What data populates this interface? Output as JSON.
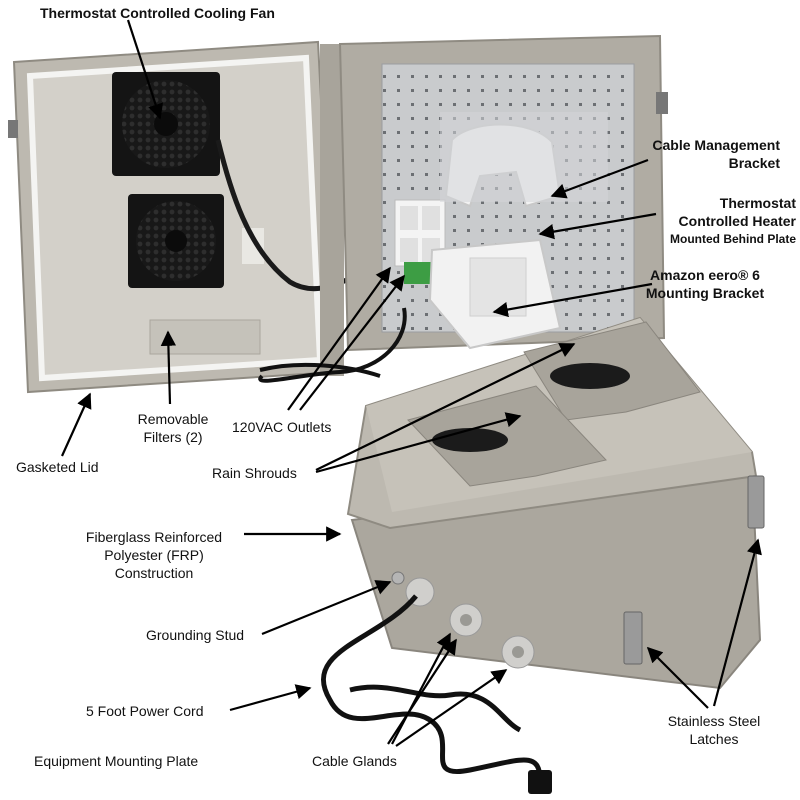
{
  "labels": {
    "fan": "Thermostat Controlled Cooling Fan",
    "cable_mgmt_1": "Cable Management",
    "cable_mgmt_2": "Bracket",
    "heater_1": "Thermostat",
    "heater_2": "Controlled Heater",
    "heater_3": "Mounted Behind Plate",
    "eero_1": "Amazon eero® 6",
    "eero_2": "Mounting Bracket",
    "gasketed_lid": "Gasketed Lid",
    "filters_1": "Removable",
    "filters_2": "Filters (2)",
    "outlets": "120VAC Outlets",
    "rain_shrouds": "Rain Shrouds",
    "frp_1": "Fiberglass Reinforced",
    "frp_2": "Polyester (FRP)",
    "frp_3": "Construction",
    "grounding_stud": "Grounding Stud",
    "power_cord": "5 Foot Power Cord",
    "mounting_plate": "Equipment Mounting Plate",
    "cable_glands": "Cable Glands",
    "latches_1": "Stainless Steel",
    "latches_2": "Latches"
  },
  "colors": {
    "enclosure": "#b8b4aa",
    "enclosure_dark": "#8f8b82",
    "fan_black": "#141414",
    "bracket_white": "#f2f2f2",
    "metal_plate": "#c9cbcd",
    "arrow": "#000000"
  }
}
